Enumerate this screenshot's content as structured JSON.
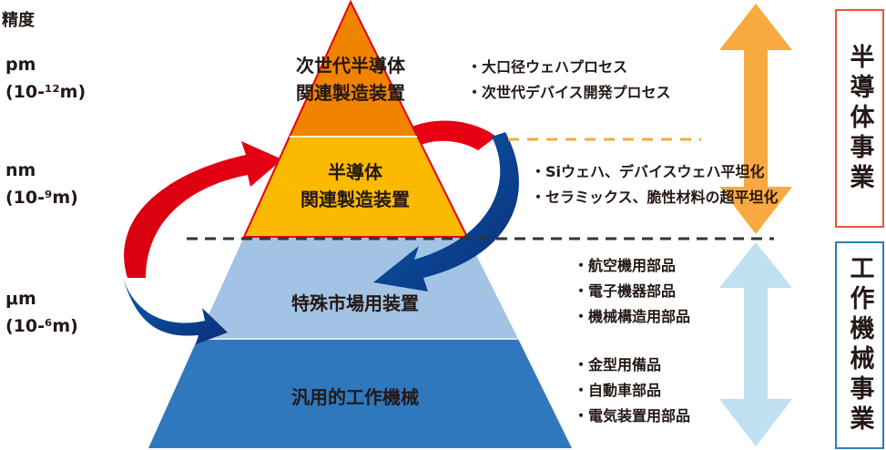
{
  "precision_label": "精度",
  "scales": [
    {
      "unit": "pm",
      "exp": "(10-¹²m)"
    },
    {
      "unit": "nm",
      "exp": "(10-⁹m)"
    },
    {
      "unit": "μm",
      "exp": "(10-⁶m)"
    }
  ],
  "layers": [
    {
      "line1": "次世代半導体",
      "line2": "関連製造装置"
    },
    {
      "line1": "半導体",
      "line2": "関連製造装置"
    },
    {
      "line1": "特殊市場用装置"
    },
    {
      "line1": "汎用的工作機械"
    }
  ],
  "bullets": [
    [
      "・大口径ウェハプロセス",
      "・次世代デバイス開発プロセス"
    ],
    [
      "・Siウェハ、デバイスウェハ平坦化",
      "・セラミックス、脆性材料の超平坦化"
    ],
    [
      "・航空機用部品",
      "・電子機器部品",
      "・機械構造用部品"
    ],
    [
      "・金型用備品",
      "・自動車部品",
      "・電気装置用部品"
    ]
  ],
  "business": {
    "semiconductor": "半導体事業",
    "machine_tools": "工作機械事業"
  },
  "colors": {
    "orange": "#f08300",
    "yellow": "#fbb900",
    "light_blue": "#9fc2e3",
    "blue": "#2f78be",
    "red": "#e60012",
    "semi_box": "#e9553b",
    "tool_box": "#2c7dbd",
    "arrow_orange": "#f8a93f",
    "arrow_blue": "#bfe0f0"
  }
}
